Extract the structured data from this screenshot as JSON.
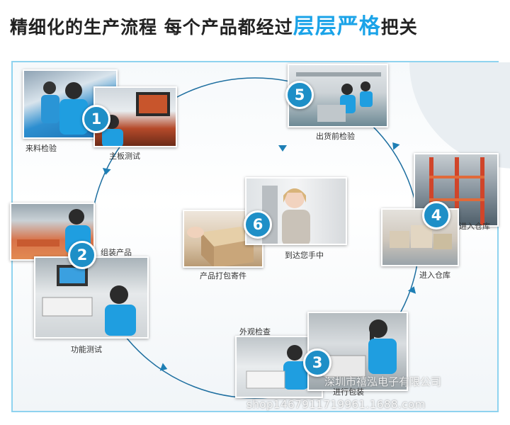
{
  "header": {
    "title_prefix": "精细化的生产流程 每个产品都经过",
    "title_highlight": "层层严格",
    "title_suffix": "把关"
  },
  "steps": [
    {
      "number": "1",
      "captions": [
        "来料检验",
        "主板测试"
      ]
    },
    {
      "number": "2",
      "captions": [
        "组装产品",
        "功能测试"
      ]
    },
    {
      "number": "3",
      "captions": [
        "外观检查",
        "进行包装"
      ]
    },
    {
      "number": "4",
      "captions": [
        "进入仓库",
        "进入仓库"
      ]
    },
    {
      "number": "5",
      "captions": [
        "出货前检验"
      ]
    },
    {
      "number": "6",
      "captions": [
        "产品打包寄件",
        "到达您手中"
      ]
    }
  ],
  "watermark": {
    "company": "深圳市禧泓电子有限公司",
    "shop": "shop1467911719961.1688.com"
  },
  "colors": {
    "accent": "#1aa3e8",
    "badge": "#1e8fc7",
    "frame": "#8fd3ef"
  }
}
